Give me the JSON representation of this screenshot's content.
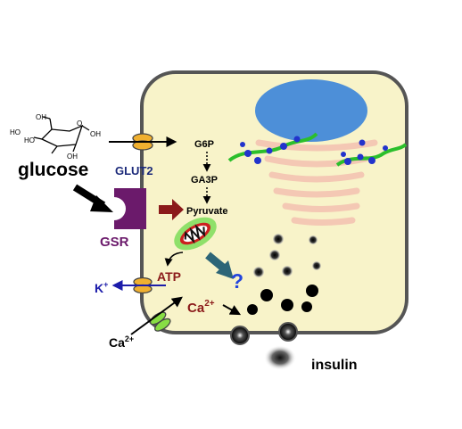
{
  "labels": {
    "glucose": "glucose",
    "glut2": "GLUT2",
    "g6p": "G6P",
    "ga3p": "GA3P",
    "pyruvate": "Pyruvate",
    "gsr": "GSR",
    "atp": "ATP",
    "k_base": "K",
    "k_sup": "+",
    "question": "?",
    "ca_in_base": "Ca",
    "ca_in_sup": "2+",
    "ca_out_base": "Ca",
    "ca_out_sup": "2+",
    "insulin": "insulin"
  },
  "molecule_labels": {
    "oh_top": "OH",
    "ho_1": "HO",
    "ho_2": "HO",
    "oh_right": "OH",
    "o_ring": "O",
    "oh_bottom": "OH"
  },
  "colors": {
    "cell_fill": "#f8f3c9",
    "cell_stroke": "#555555",
    "nucleus": "#4d8fd8",
    "er": "#2bbf2b",
    "golgi": "#f4c8b4",
    "gsr": "#6b1a6b",
    "red_arrow": "#8b1a1a",
    "teal_arrow": "#2d6577",
    "atp_text": "#8b1a1a",
    "k_text": "#1c1caa",
    "question": "#2244dd",
    "ca_in_text": "#8b1a1a",
    "channel_orange": "#f0b030",
    "channel_green": "#88dd44",
    "mito_green": "#8fe06a"
  }
}
